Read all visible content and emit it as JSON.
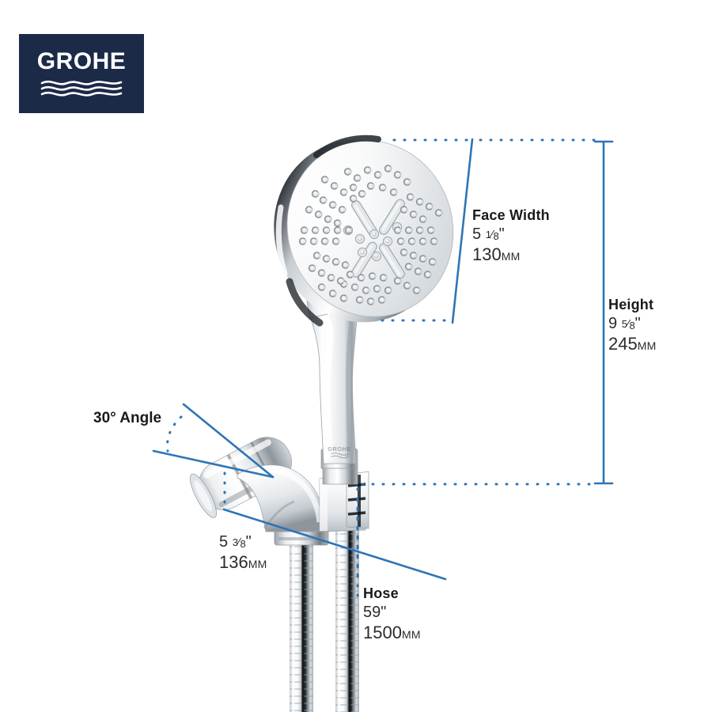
{
  "brand": {
    "name": "GROHE",
    "logo_bg": "#1b2a47",
    "logo_fg": "#ffffff",
    "waves_icon": "grohe-waves-icon"
  },
  "colors": {
    "dimension_line": "#2e75b6",
    "text": "#1a1a1a",
    "background": "#ffffff"
  },
  "diagram": {
    "type": "product-dimension-diagram",
    "product": "hand shower with wall bracket and hose",
    "annotations": [
      {
        "id": "face-width",
        "title": "Face Width",
        "imperial": "5 1/8\"",
        "imperial_whole": "5",
        "imperial_frac_num": "1",
        "imperial_frac_den": "8",
        "metric_value": "130",
        "metric_unit": "MM"
      },
      {
        "id": "height",
        "title": "Height",
        "imperial": "9 5/8\"",
        "imperial_whole": "9",
        "imperial_frac_num": "5",
        "imperial_frac_den": "8",
        "metric_value": "245",
        "metric_unit": "MM"
      },
      {
        "id": "angle",
        "title": "30° Angle"
      },
      {
        "id": "bracket-depth",
        "imperial_whole": "5",
        "imperial_frac_num": "3",
        "imperial_frac_den": "8",
        "metric_value": "136",
        "metric_unit": "MM"
      },
      {
        "id": "hose",
        "title": "Hose",
        "imperial": "59\"",
        "metric_value": "1500",
        "metric_unit": "MM"
      }
    ]
  },
  "face_width": {
    "title": "Face Width",
    "whole": "5",
    "num": "1",
    "den": "8",
    "metric": "130",
    "unit": "MM"
  },
  "height": {
    "title": "Height",
    "whole": "9",
    "num": "5",
    "den": "8",
    "metric": "245",
    "unit": "MM"
  },
  "angle": {
    "label": "30° Angle"
  },
  "bracket": {
    "whole": "5",
    "num": "3",
    "den": "8",
    "metric": "136",
    "unit": "MM"
  },
  "hose": {
    "title": "Hose",
    "imperial": "59\"",
    "metric": "1500",
    "unit": "MM"
  }
}
